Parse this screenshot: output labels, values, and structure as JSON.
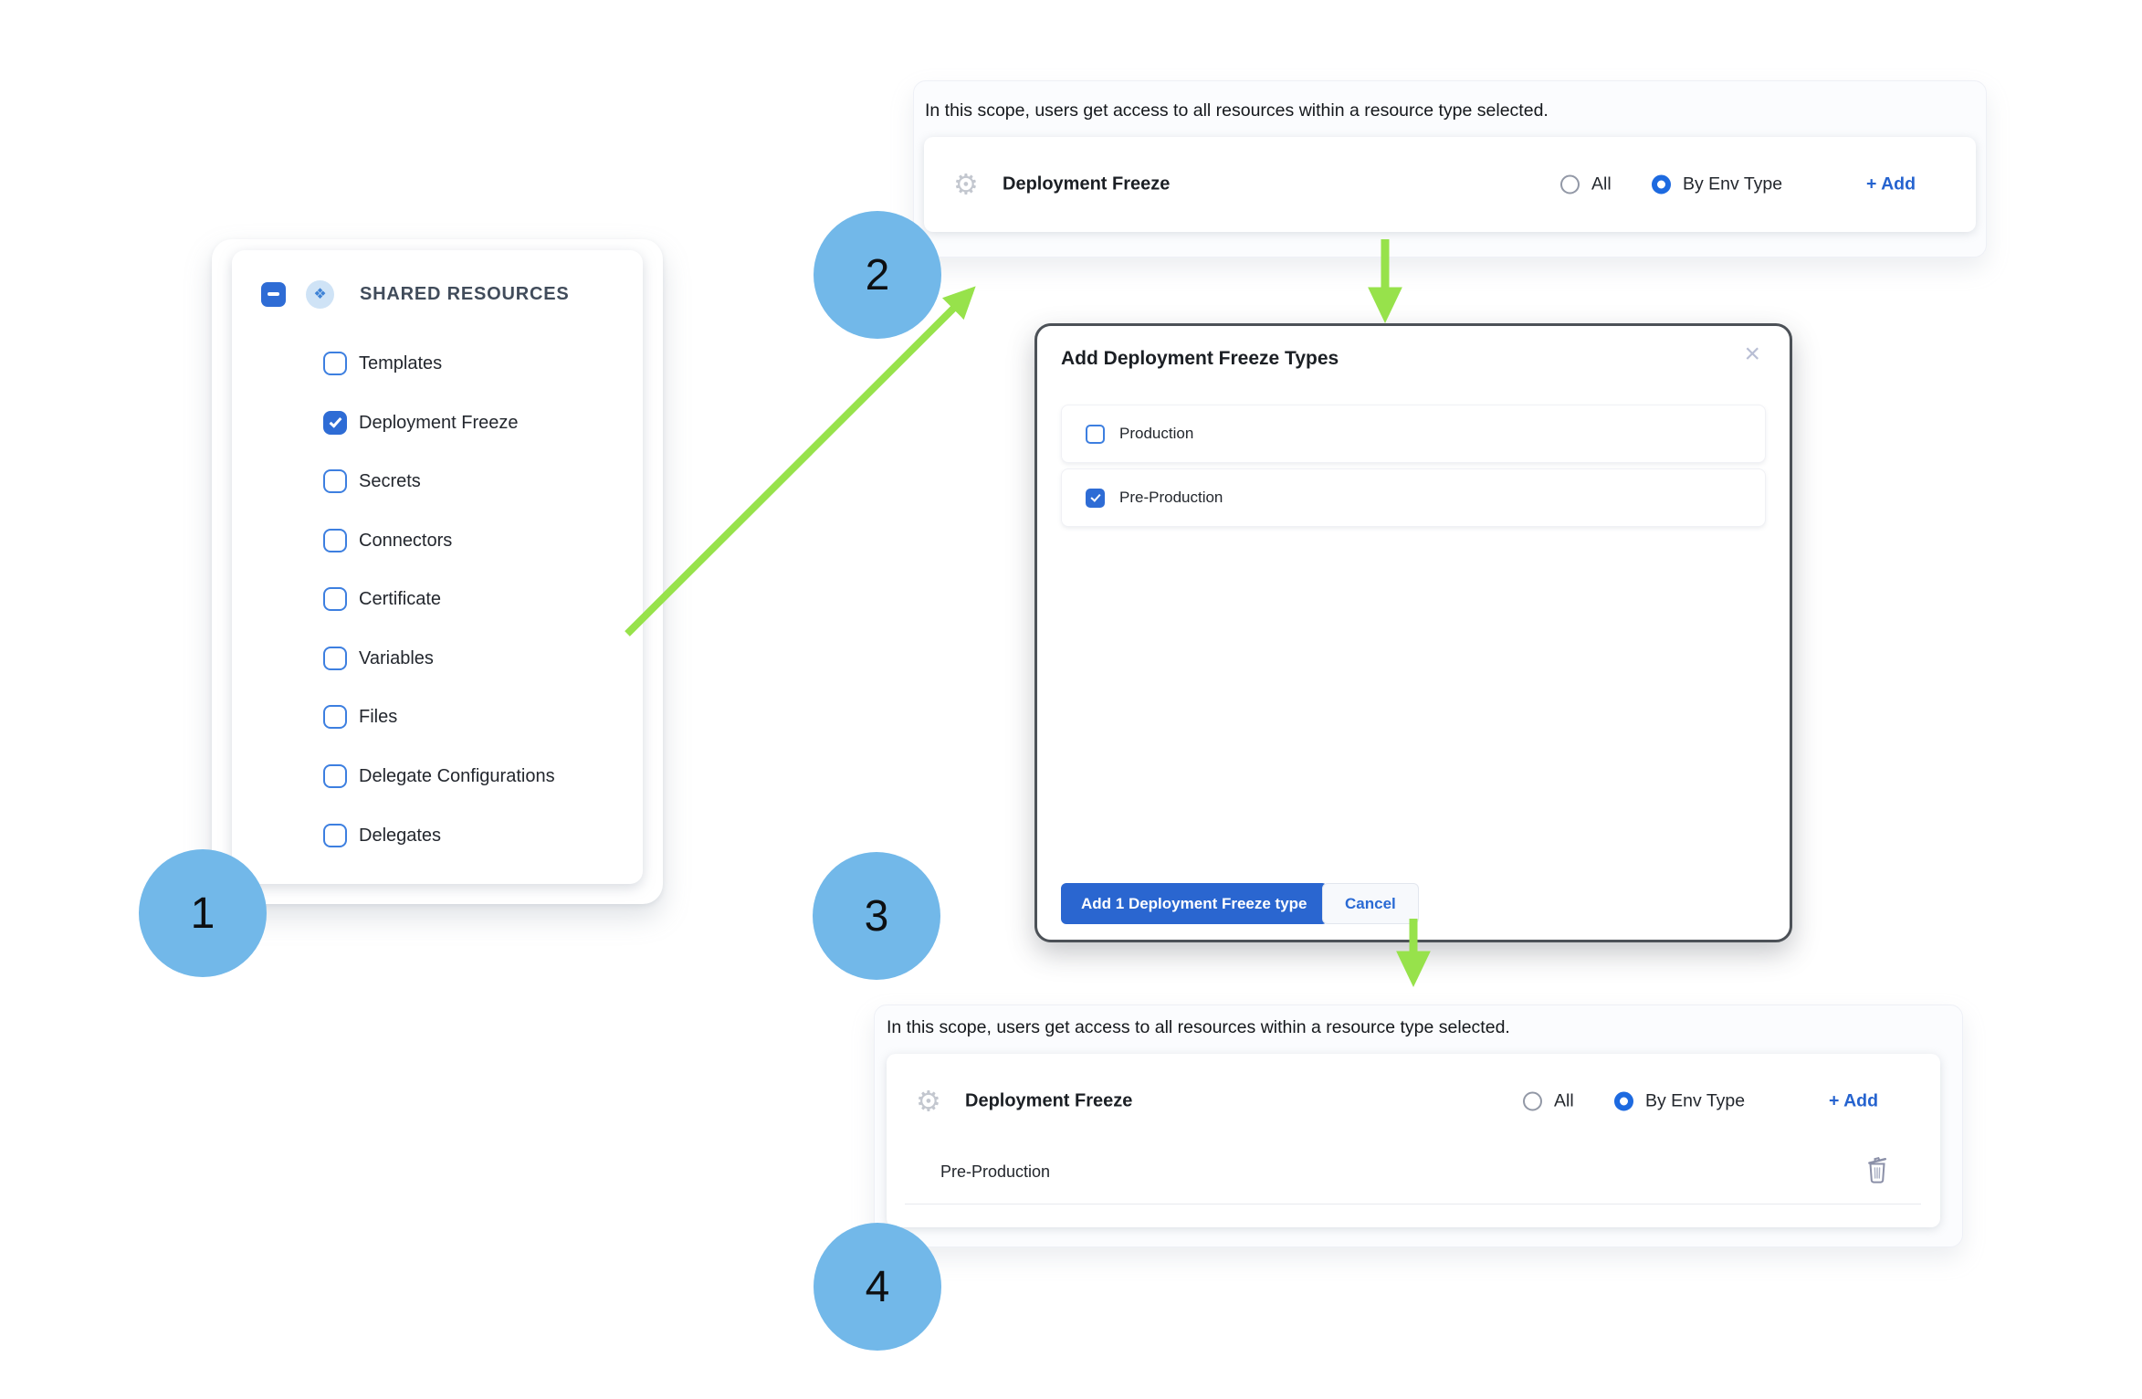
{
  "colors": {
    "accent_blue": "#2e6cd5",
    "link_blue": "#2563cf",
    "step_circle_blue": "#72b8e9",
    "arrow_green": "#97e24b"
  },
  "steps": {
    "one": "1",
    "two": "2",
    "three": "3",
    "four": "4"
  },
  "shared_panel": {
    "title": "SHARED RESOURCES",
    "items": [
      {
        "label": "Templates",
        "checked": false
      },
      {
        "label": "Deployment Freeze",
        "checked": true
      },
      {
        "label": "Secrets",
        "checked": false
      },
      {
        "label": "Connectors",
        "checked": false
      },
      {
        "label": "Certificate",
        "checked": false
      },
      {
        "label": "Variables",
        "checked": false
      },
      {
        "label": "Files",
        "checked": false
      },
      {
        "label": "Delegate Configurations",
        "checked": false
      },
      {
        "label": "Delegates",
        "checked": false
      }
    ]
  },
  "scope_panel_top": {
    "description": "In this scope, users get access to all resources within a resource type selected.",
    "resource_name": "Deployment Freeze",
    "radio_all_label": "All",
    "radio_env_label": "By Env Type",
    "radio_selected": "By Env Type",
    "add_label": "+ Add"
  },
  "modal": {
    "title": "Add Deployment Freeze Types",
    "close_icon": "×",
    "options": [
      {
        "label": "Production",
        "checked": false
      },
      {
        "label": "Pre-Production",
        "checked": true
      }
    ],
    "primary_button": "Add 1 Deployment Freeze type",
    "cancel_button": "Cancel"
  },
  "scope_panel_bottom": {
    "description": "In this scope, users get access to all resources within a resource type selected.",
    "resource_name": "Deployment Freeze",
    "radio_all_label": "All",
    "radio_env_label": "By Env Type",
    "radio_selected": "By Env Type",
    "add_label": "+ Add",
    "items": [
      {
        "label": "Pre-Production"
      }
    ]
  },
  "icons": {
    "gear": "⚙",
    "shared_resources": "❖"
  }
}
